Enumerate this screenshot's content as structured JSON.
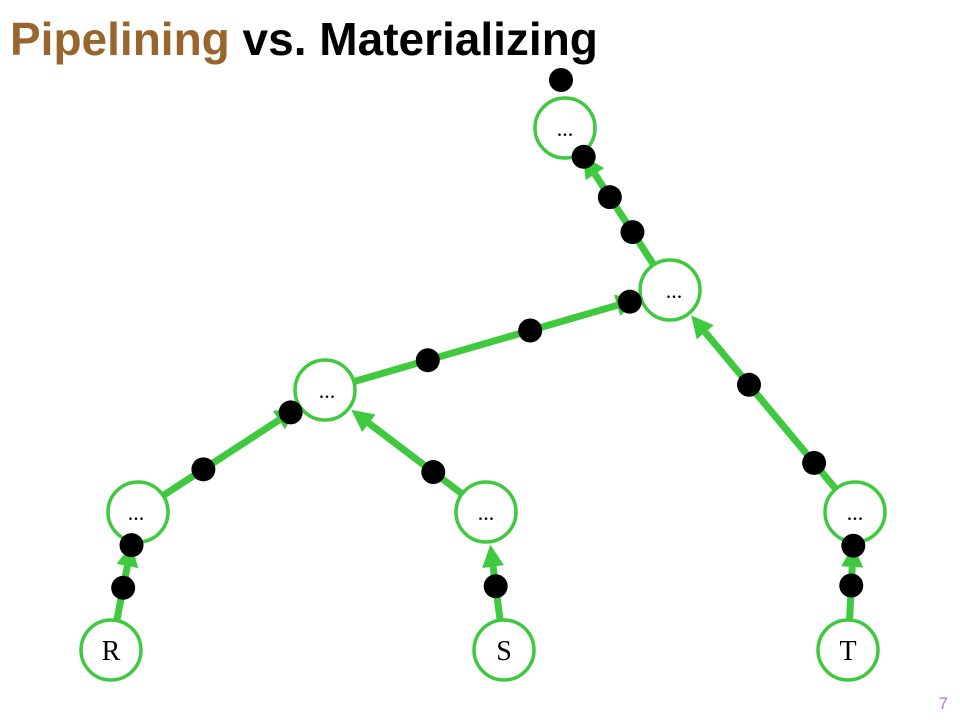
{
  "title": {
    "highlight": "Pipelining",
    "rest": " vs. Materializing"
  },
  "slide_number": "7",
  "colors": {
    "title_highlight": "#99652f",
    "title_text": "#000000",
    "edge": "#3ec93e",
    "node_stroke": "#3ec93e",
    "tuple": "#000000",
    "slide_number": "#b07ad6"
  },
  "nodes": [
    {
      "id": "root",
      "label": "..."
    },
    {
      "id": "upper-join",
      "label": "..."
    },
    {
      "id": "lower-join",
      "label": "..."
    },
    {
      "id": "r-op",
      "label": "..."
    },
    {
      "id": "s-op",
      "label": "..."
    },
    {
      "id": "t-op",
      "label": "..."
    },
    {
      "id": "table-r",
      "label": "R"
    },
    {
      "id": "table-s",
      "label": "S"
    },
    {
      "id": "table-t",
      "label": "T"
    }
  ],
  "edges": [
    {
      "from": "table-r",
      "to": "r-op"
    },
    {
      "from": "table-s",
      "to": "s-op"
    },
    {
      "from": "table-t",
      "to": "t-op"
    },
    {
      "from": "r-op",
      "to": "lower-join"
    },
    {
      "from": "s-op",
      "to": "lower-join"
    },
    {
      "from": "lower-join",
      "to": "upper-join"
    },
    {
      "from": "t-op",
      "to": "upper-join"
    },
    {
      "from": "upper-join",
      "to": "root"
    }
  ]
}
